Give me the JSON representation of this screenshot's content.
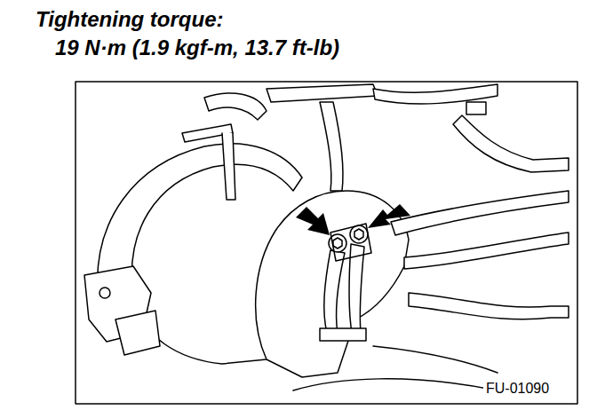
{
  "diagram": {
    "labels": [
      "Tightening torque:",
      "19 N·m (1.9 kgf-m, 13.7 ft-lb)",
      "FU-01090"
    ]
  }
}
